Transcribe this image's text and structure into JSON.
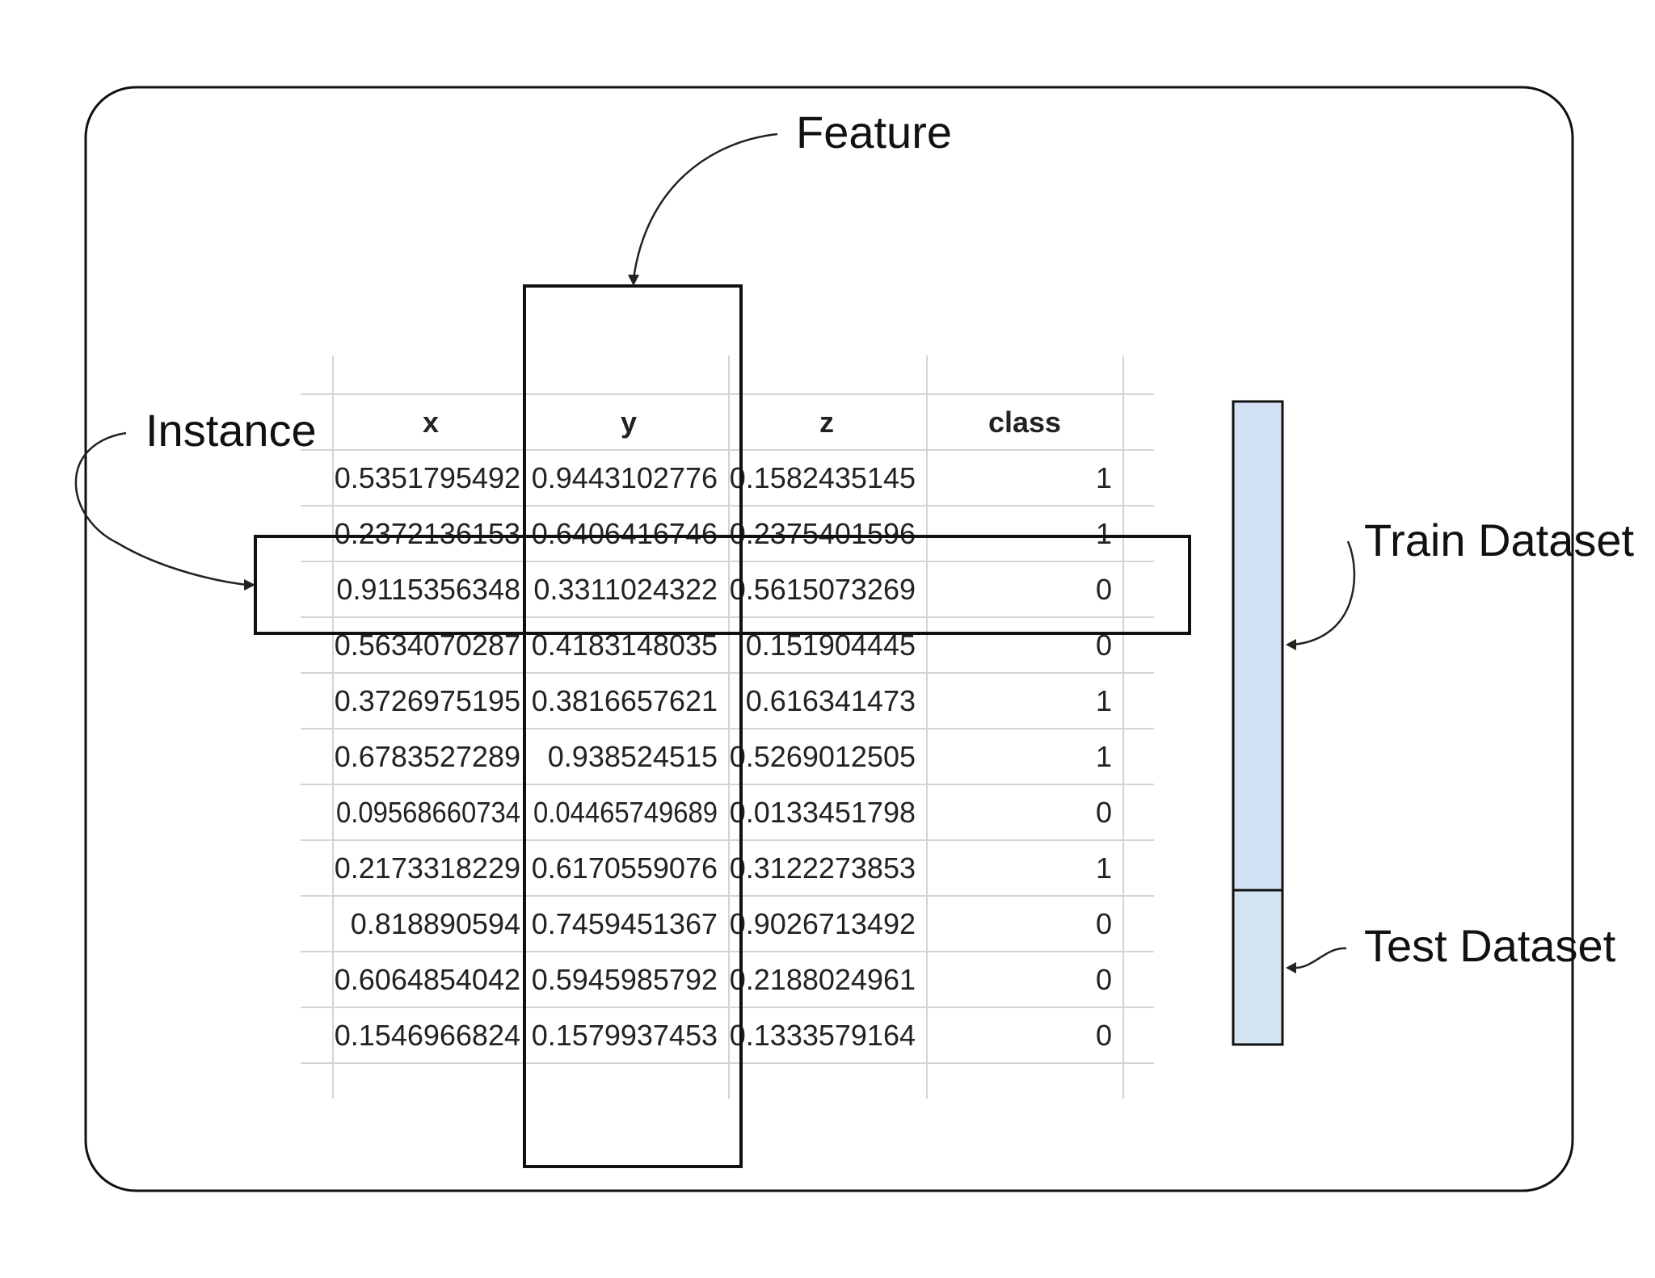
{
  "labels": {
    "feature": "Feature",
    "instance": "Instance",
    "train": "Train Dataset",
    "test": "Test Dataset"
  },
  "table": {
    "headers": [
      "x",
      "y",
      "z",
      "class"
    ],
    "rows": [
      [
        "0.5351795492",
        "0.9443102776",
        "0.1582435145",
        "1"
      ],
      [
        "0.2372136153",
        "0.6406416746",
        "0.2375401596",
        "1"
      ],
      [
        "0.9115356348",
        "0.3311024322",
        "0.5615073269",
        "0"
      ],
      [
        "0.5634070287",
        "0.4183148035",
        "0.151904445",
        "0"
      ],
      [
        "0.3726975195",
        "0.3816657621",
        "0.616341473",
        "1"
      ],
      [
        "0.6783527289",
        "0.938524515",
        "0.5269012505",
        "1"
      ],
      [
        "0.09568660734",
        "0.04465749689",
        "0.0133451798",
        "0"
      ],
      [
        "0.2173318229",
        "0.6170559076",
        "0.3122273853",
        "1"
      ],
      [
        "0.818890594",
        "0.7459451367",
        "0.9026713492",
        "0"
      ],
      [
        "0.6064854042",
        "0.5945985792",
        "0.2188024961",
        "0"
      ],
      [
        "0.1546966824",
        "0.1579937453",
        "0.1333579164",
        "0"
      ]
    ]
  },
  "split": {
    "train_fraction": 0.76,
    "test_fraction": 0.24
  }
}
